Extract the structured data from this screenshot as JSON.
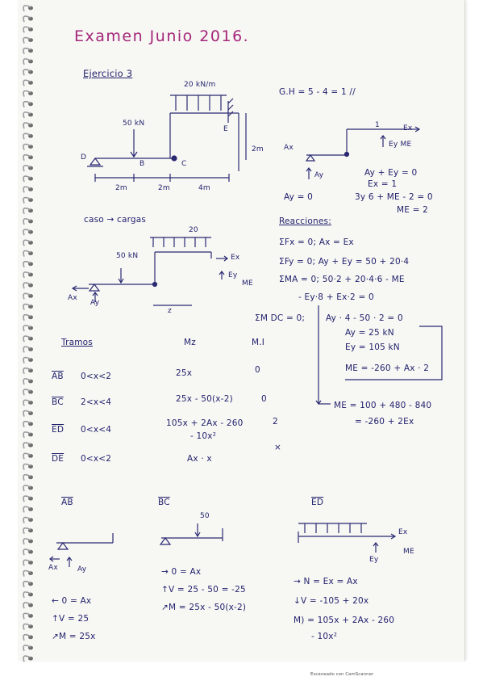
{
  "title": "Examen Junio 2016.",
  "exercise": "Ejercicio 3",
  "beam": {
    "load_dist": "20 kN/m",
    "point_load": "50 kN",
    "label_D": "D",
    "label_B": "B",
    "label_C": "C",
    "label_E": "E",
    "height": "2m",
    "span1": "2m",
    "span2": "2m",
    "span3": "4m"
  },
  "gh": "G.H = 5 - 4 = 1 //",
  "fbd_small": {
    "ex": "Ex",
    "ey_me": "Ey ME",
    "ay": "Ay",
    "ax": "Ax",
    "dist": "1",
    "eq1": "Ay + Ey = 0",
    "eq2": "Ex = 1",
    "eq3": "Ay = 0",
    "eq4": "3y 6 + ME - 2 = 0",
    "eq5": "ME = 2"
  },
  "case_label": "caso → cargas",
  "fbd_big": {
    "load": "20",
    "point": "50 kN",
    "ex": "Ex",
    "ey": "Ey",
    "me": "ME",
    "ax": "Ax",
    "ay": "Ay",
    "dim": "z"
  },
  "reactions": {
    "heading": "Reacciones:",
    "r1": "ΣFx = 0;  Ax = Ex",
    "r2": "ΣFy = 0;  Ay + Ey = 50 + 20·4",
    "r3": "ΣMA = 0;  50·2 + 20·4·6 - ME",
    "r4": "- Ey·8 + Ex·2   = 0",
    "r5": "ΣM DC = 0;",
    "r6": "Ay · 4 - 50 · 2 = 0",
    "r7": "Ay = 25 kN",
    "r8": "Ey = 105 kN",
    "r9": "ME = -260 + Ax · 2",
    "r10": "ME = 100 + 480 - 840",
    "r11": "= -260 + 2Ex"
  },
  "table": {
    "h_tramos": "Tramos",
    "h_m": "Mz",
    "h_mbar": "M.I",
    "rows": [
      {
        "name": "AB",
        "range": "0<x<2",
        "m": "25x",
        "mbar": "0"
      },
      {
        "name": "BC",
        "range": "2<x<4",
        "m": "25x - 50(x-2)",
        "mbar": "0"
      },
      {
        "name": "ED",
        "range": "0<x<4",
        "m": "105x + 2Ax - 260",
        "m2": "- 10x²",
        "mbar": "2"
      },
      {
        "name": "DE",
        "range": "0<x<2",
        "m": "Ax · x",
        "mbar": "×"
      }
    ]
  },
  "sections": {
    "ab": {
      "title": "AB",
      "ax": "Ax",
      "ay": "Ay",
      "l1": "← 0 = Ax",
      "l2": "↑V = 25",
      "l3": "↗M = 25x"
    },
    "bc": {
      "title": "BC",
      "load": "50",
      "l1": "→ 0 = Ax",
      "l2": "↑V = 25 - 50 = -25",
      "l3": "↗M = 25x - 50(x-2)"
    },
    "ed": {
      "title": "ED",
      "ex": "Ex",
      "ey": "Ey",
      "me": "ME",
      "l1": "→ N = Ex = Ax",
      "l2": "↓V = -105 + 20x",
      "l3": "M) = 105x + 2Ax - 260",
      "l4": "- 10x²"
    }
  },
  "scanner": "Escaneado con CamScanner"
}
